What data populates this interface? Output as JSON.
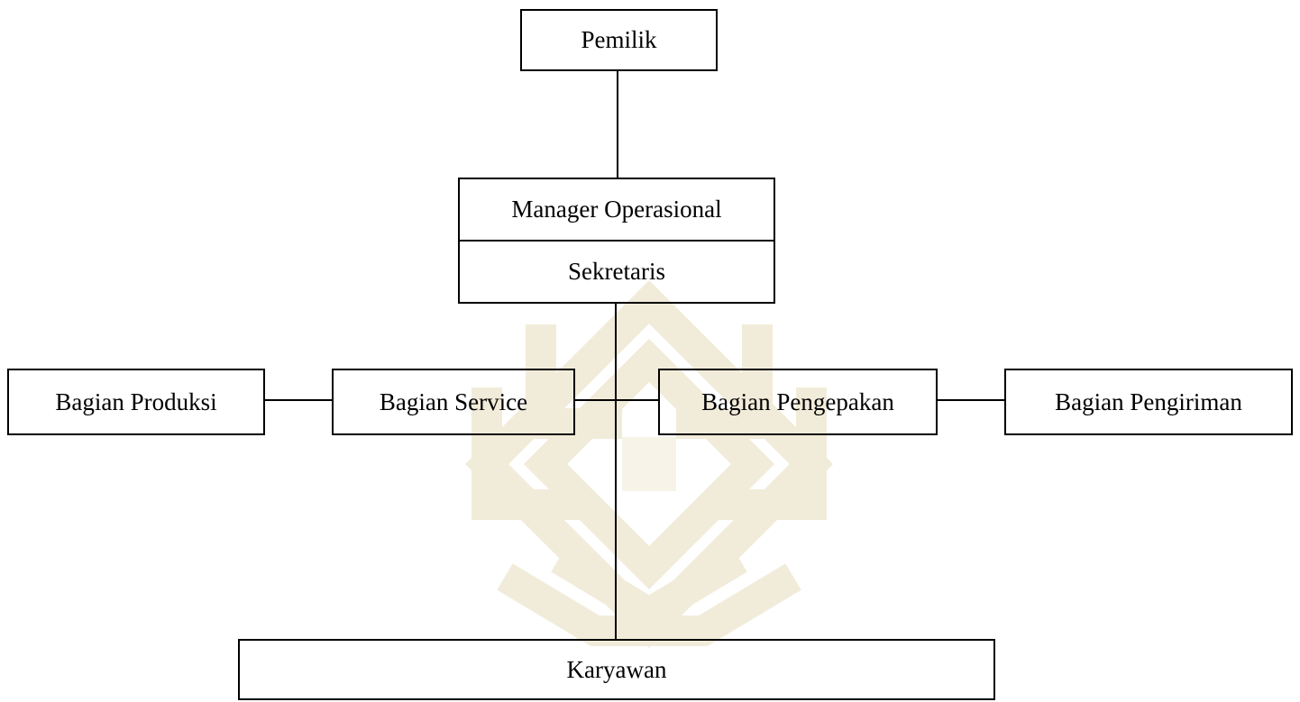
{
  "org_chart": {
    "pemilik": "Pemilik",
    "manager_operasional": "Manager Operasional",
    "sekretaris": "Sekretaris",
    "bagian_produksi": "Bagian Produksi",
    "bagian_service": "Bagian Service",
    "bagian_pengepakan": "Bagian Pengepakan",
    "bagian_pengiriman": "Bagian Pengiriman",
    "karyawan": "Karyawan"
  },
  "colors": {
    "line": "#000000",
    "background": "#ffffff",
    "watermark": "#f1ebd9"
  }
}
